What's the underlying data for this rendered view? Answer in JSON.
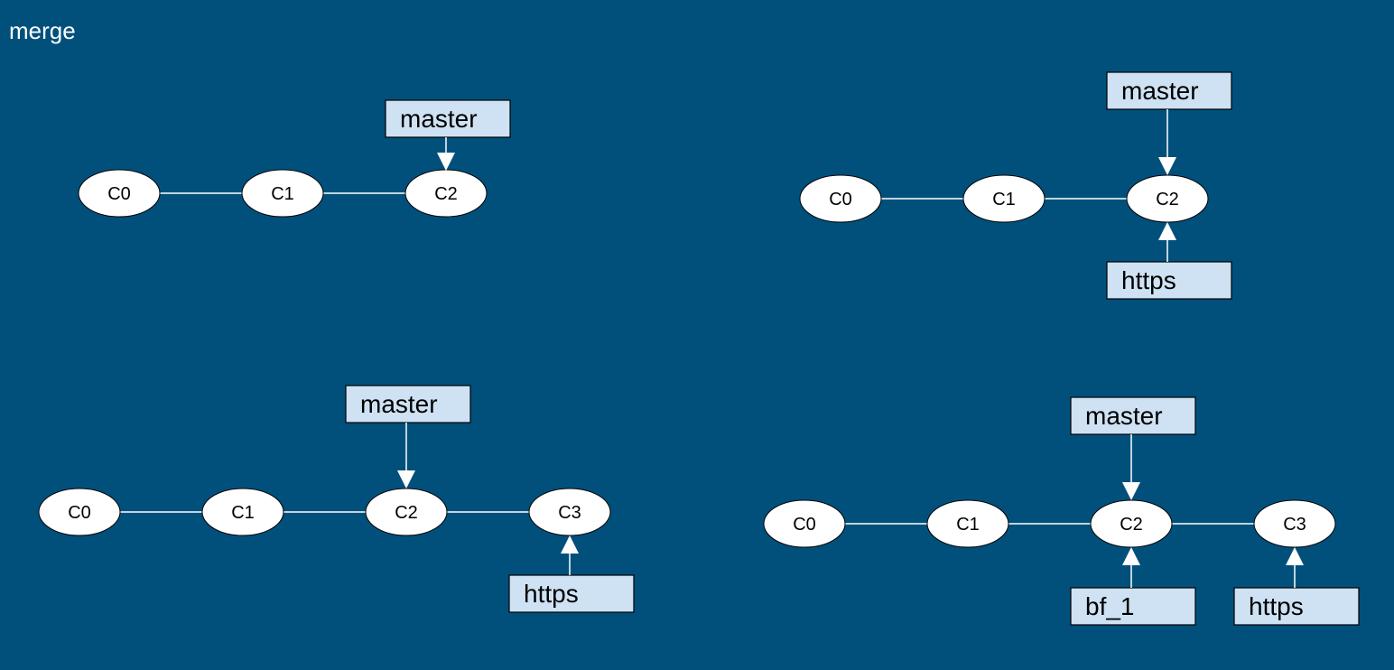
{
  "title": "merge",
  "colors": {
    "background": "#01507c",
    "line": "#ffffff",
    "node_fill": "#ffffff",
    "node_stroke": "#000000",
    "label_fill": "#cfe2f3",
    "label_stroke": "#000000",
    "text": "#000000"
  },
  "diagrams": [
    {
      "id": "top-left",
      "nodes": [
        {
          "id": "c0",
          "label": "C0"
        },
        {
          "id": "c1",
          "label": "C1"
        },
        {
          "id": "c2",
          "label": "C2"
        }
      ],
      "refs": [
        {
          "label": "master",
          "target": "c2",
          "side": "top"
        }
      ]
    },
    {
      "id": "top-right",
      "nodes": [
        {
          "id": "c0",
          "label": "C0"
        },
        {
          "id": "c1",
          "label": "C1"
        },
        {
          "id": "c2",
          "label": "C2"
        }
      ],
      "refs": [
        {
          "label": "master",
          "target": "c2",
          "side": "top"
        },
        {
          "label": "https",
          "target": "c2",
          "side": "bottom"
        }
      ]
    },
    {
      "id": "bottom-left",
      "nodes": [
        {
          "id": "c0",
          "label": "C0"
        },
        {
          "id": "c1",
          "label": "C1"
        },
        {
          "id": "c2",
          "label": "C2"
        },
        {
          "id": "c3",
          "label": "C3"
        }
      ],
      "refs": [
        {
          "label": "master",
          "target": "c2",
          "side": "top"
        },
        {
          "label": "https",
          "target": "c3",
          "side": "bottom"
        }
      ]
    },
    {
      "id": "bottom-right",
      "nodes": [
        {
          "id": "c0",
          "label": "C0"
        },
        {
          "id": "c1",
          "label": "C1"
        },
        {
          "id": "c2",
          "label": "C2"
        },
        {
          "id": "c3",
          "label": "C3"
        }
      ],
      "refs": [
        {
          "label": "master",
          "target": "c2",
          "side": "top"
        },
        {
          "label": "bf_1",
          "target": "c2",
          "side": "bottom"
        },
        {
          "label": "https",
          "target": "c3",
          "side": "bottom"
        }
      ]
    }
  ]
}
